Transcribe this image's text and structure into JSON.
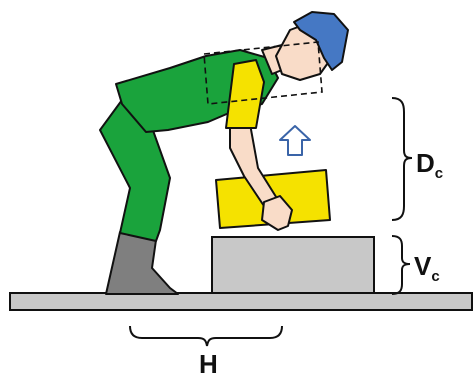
{
  "labels": {
    "h": "H",
    "v_main": "V",
    "v_sub": "c",
    "d_main": "D",
    "d_sub": "c"
  },
  "colors": {
    "shirt": "#1aa33c",
    "sleeve": "#f5e200",
    "skin": "#f9dcc8",
    "hat": "#4578c4",
    "boot": "#7f7f7f",
    "box": "#c8c8c8",
    "floor": "#c8c8c8",
    "held_box": "#f5e200",
    "arrow": "#3a64a8",
    "outline": "#111111"
  },
  "icons": {
    "arrow": "up-arrow-icon"
  }
}
